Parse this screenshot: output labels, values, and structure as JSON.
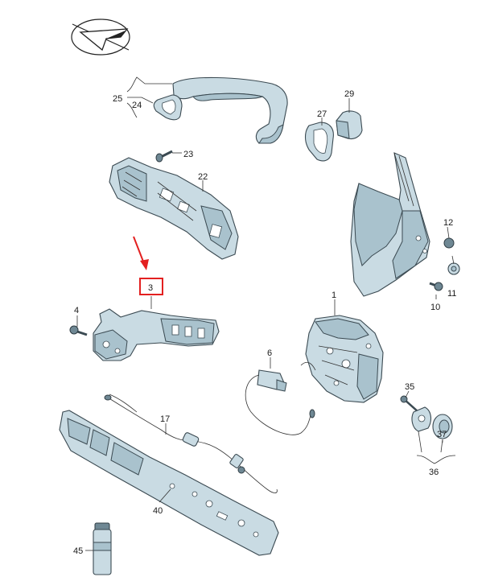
{
  "diagram": {
    "highlighted_part": "3",
    "colors": {
      "part_fill": "#c9dbe3",
      "part_shade": "#a9c2cd",
      "outline": "#3b4a52",
      "highlight": "#e32020"
    },
    "labels": {
      "p1": "1",
      "p3": "3",
      "p4": "4",
      "p6": "6",
      "p10": "10",
      "p11": "11",
      "p12": "12",
      "p17": "17",
      "p22": "22",
      "p23": "23",
      "p24": "24",
      "p25": "25",
      "p27": "27",
      "p29": "29",
      "p35": "35",
      "p36": "36",
      "p37": "37",
      "p40": "40",
      "p45": "45"
    }
  }
}
